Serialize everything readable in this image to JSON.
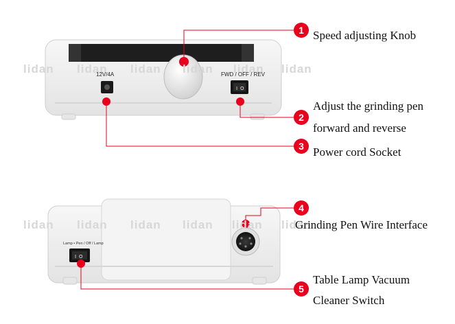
{
  "callouts": [
    {
      "number": "1",
      "lines": [
        "Speed adjusting Knob"
      ]
    },
    {
      "number": "2",
      "lines": [
        "Adjust the grinding pen",
        "forward and reverse"
      ]
    },
    {
      "number": "3",
      "lines": [
        "Power cord Socket"
      ]
    },
    {
      "number": "4",
      "lines": [
        "Grinding Pen Wire Interface"
      ]
    },
    {
      "number": "5",
      "lines": [
        "Table Lamp Vacuum",
        "Cleaner Switch"
      ]
    }
  ],
  "device_labels": {
    "power": "12V/4A",
    "direction": "FWD / OFF / REV",
    "lamp": "Lamp • Pen / Off / Lamp"
  },
  "watermark": "lidan",
  "colors": {
    "accent": "#e8001c",
    "leader_line": "#e8001c"
  },
  "icons": [
    "rocker-switch-icon",
    "dc-socket-icon",
    "din-connector-icon"
  ]
}
